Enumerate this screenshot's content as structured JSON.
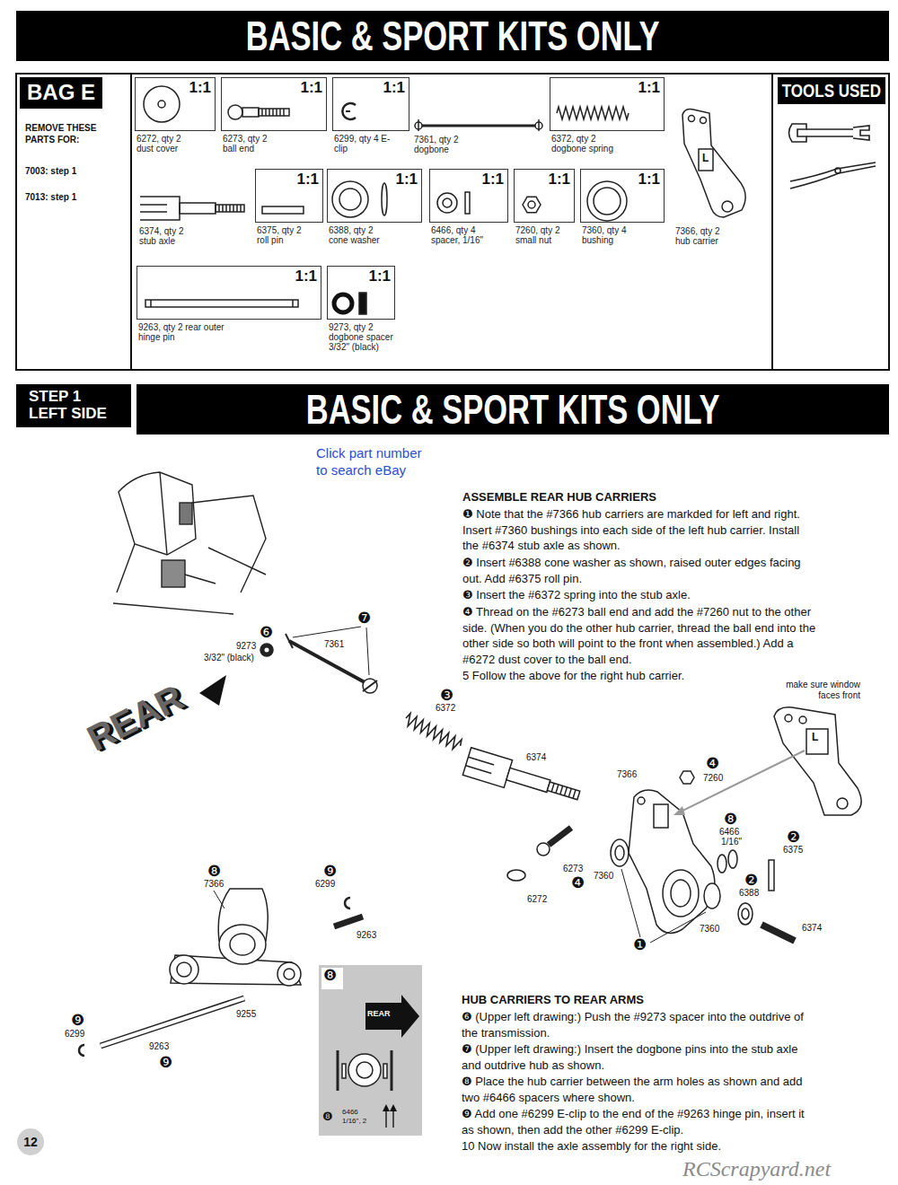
{
  "diagram": {
    "title": "BASIC & SPORT KITS ONLY",
    "nodes": [
      {
        "text": [
          "BAG E",
          "REMOVE THESE PARTS FOR:",
          "7003: step 1",
          "7013: step 1"
        ]
      },
      {
        "text": [
          "1:1",
          "6272, qty 2 dust cover"
        ]
      },
      {
        "text": [
          "1:1",
          "6273, qty 2 ball end"
        ]
      },
      {
        "text": [
          "1:1",
          "6299, qty 4 E-clip"
        ]
      },
      {
        "text": [
          "1:1",
          "6372, qty 2 dogbone spring"
        ]
      },
      {
        "text": [
          "1:1",
          "6375, qty 2 roll pin"
        ]
      },
      {
        "text": [
          "1:1",
          "6388, qty 2 cone washer"
        ]
      },
      {
        "text": [
          "1:1",
          "6466, qty 4 spacer, 1/16\""
        ]
      },
      {
        "text": [
          "1:1",
          "7260, qty 2 small nut"
        ]
      },
      {
        "text": [
          "1:1",
          "7360, qty 4 bushing"
        ]
      },
      {
        "text": [
          "1:1",
          "9263, qty 2 rear outer hinge pin"
        ]
      },
      {
        "text": [
          "1:1",
          "9273, qty 2 dogbone spacer 3/32\" (black)"
        ]
      },
      {
        "text": [
          "TOOLS USED"
        ]
      },
      {
        "text": [
          "STEP 1 LEFT SIDE"
        ]
      },
      {
        "text": [
          "BASIC & SPORT KITS ONLY"
        ]
      },
      {
        "text": [
          "❽",
          "REAR",
          "❽",
          "6466",
          "1/16\", 2"
        ]
      },
      {
        "text": [
          "12"
        ]
      }
    ],
    "labels": [
      "7361, qty 2 dogbone",
      "6374, qty 2 stub axle",
      "L",
      "7366, qty 2 hub carrier",
      "Click part number to search eBay",
      "ASSEMBLE REAR HUB CARRIERS",
      "❶ Note that the #7366 hub carriers are markded for left and right. Insert #7360 bushings into each side of the left hub carrier. Install the #6374 stub axle as shown.",
      "❷ Insert #6388 cone washer as shown, raised outer edges facing out. Add #6375 roll pin.",
      "❸ Insert the #6372 spring into the stub axle.",
      "❹ Thread on the #6273 ball end and add the #7260 nut to the other side. (When you do the other hub carrier, thread the ball end into the other side so both will point to the front when assembled.) Add a #6272 dust cover to the ball end.",
      "5 Follow the above for the right hub carrier.",
      "make sure window faces front",
      "❻",
      "9273",
      "3/32\" (black)",
      "7361",
      "❼",
      "❸",
      "6372",
      "6374",
      "7366",
      "❹",
      "7260",
      "L",
      "❽",
      "6466",
      "1/16\"",
      "❷",
      "6375",
      "6273",
      "❹",
      "7360",
      "6272",
      "❷",
      "6388",
      "7360",
      "❶",
      "6374",
      "REAR",
      "❽",
      "7366",
      "❾",
      "6299",
      "9263",
      "9255",
      "❾",
      "6299",
      "9263",
      "❾",
      "HUB CARRIERS TO REAR ARMS",
      "❻ (Upper left drawing:) Push the #9273 spacer into the outdrive of the transmission.",
      "❼ (Upper left drawing:) Insert the dogbone pins into the stub axle and outdrive hub as shown.",
      "❽ Place the hub carrier between the arm holes as shown and add two #6466 spacers where shown.",
      "❾ Add one #6299 E-clip to the end of the #9263 hinge pin, insert it as shown, then add the other #6299 E-clip.",
      "10 Now install the axle assembly for the right side.",
      "RCScrapyard.net"
    ]
  }
}
